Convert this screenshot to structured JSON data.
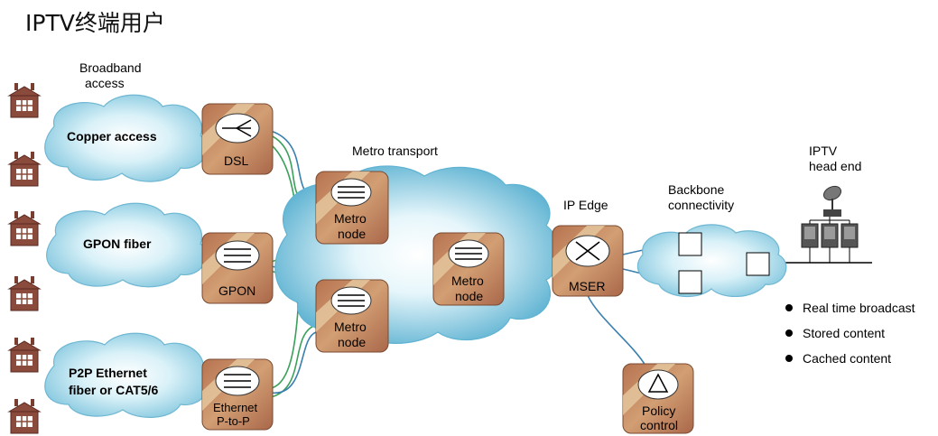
{
  "title": "IPTV终端用户",
  "labels": {
    "broadband_access": [
      "Broadband",
      "access"
    ],
    "metro_transport": "Metro transport",
    "ip_edge": "IP Edge",
    "backbone": [
      "Backbone",
      "connectivity"
    ],
    "headend": [
      "IPTV",
      "head end"
    ]
  },
  "clouds": {
    "copper": [
      "Copper access"
    ],
    "gpon": [
      "GPON fiber"
    ],
    "p2p": [
      "P2P Ethernet",
      "fiber or CAT5/6"
    ]
  },
  "nodes": {
    "dsl": [
      "DSL"
    ],
    "gpon": [
      "GPON"
    ],
    "ethernet": [
      "Ethernet",
      "P-to-P"
    ],
    "metro_top": [
      "Metro",
      "node"
    ],
    "metro_bottom": [
      "Metro",
      "node"
    ],
    "metro_right": [
      "Metro",
      "node"
    ],
    "mser": [
      "MSER"
    ],
    "policy": [
      "Policy",
      "control"
    ]
  },
  "bullets": [
    "Real time broadcast",
    "Stored content",
    "Cached content"
  ],
  "colors": {
    "cloud_fill": "#bfe8f3",
    "cloud_edge": "#6fb7d2",
    "node_fill": "#c98f68",
    "node_band": "#e6c9a0",
    "house": "#8a4a3c",
    "link_green": "#3aa05a",
    "link_blue": "#3a7fae"
  }
}
